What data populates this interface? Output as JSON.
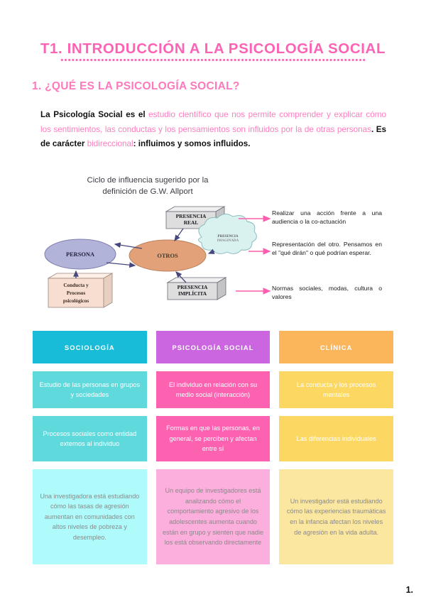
{
  "title": {
    "text": "T1. INTRODUCCIÓN A LA PSICOLOGÍA SOCIAL",
    "color": "#fc63b4"
  },
  "section_heading": "1. ¿QUÉ ES LA PSICOLOGÍA SOCIAL?",
  "paragraph": {
    "s1": "La Psicología Social es el ",
    "s2": "estudio científico que nos permite comprender y explicar cómo los sentimientos, las conductas y los pensamientos son influidos por la de otras personas",
    "s3": ". Es de carácter ",
    "s4": "bidireccional",
    "s5": ": influimos y somos influidos."
  },
  "diagram": {
    "caption_line1": "Ciclo de influencia sugerido por la",
    "caption_line2": "definición de G.W. Allport",
    "nodes": {
      "persona": "PERSONA",
      "otros": "OTROS",
      "presencia_real_l1": "PRESENCIA",
      "presencia_real_l2": "REAL",
      "presencia_implicita_l1": "PRESENCIA",
      "presencia_implicita_l2": "IMPLÍCITA",
      "presencia_imaginada_l1": "PRESENCIA",
      "presencia_imaginada_l2": "IMAGINADA",
      "conducta_l1": "Conducta y",
      "conducta_l2": "Procesos",
      "conducta_l3": "psicológicos"
    },
    "colors": {
      "persona_fill": "#b2b3d8",
      "otros_fill": "#e2a178",
      "box_fill": "#d9d9d9",
      "cloud_fill": "#d9f1ef",
      "conducta_fill": "#f7ded0",
      "arrow": "#46477d",
      "pink_arrow": "#fc5fb0"
    },
    "annotations": [
      "Realizar una acción frente a una audiencia o la co-actuación",
      "Representación del otro. Pensamos en el \"qué dirán\" o qué podrían esperar.",
      "Normas sociales, modas, cultura o valores"
    ]
  },
  "table": {
    "headers": [
      {
        "label": "SOCIOLOGÍA",
        "bg": "#19bcd8"
      },
      {
        "label": "PSICOLOGÍA SOCIAL",
        "bg": "#cc66e0"
      },
      {
        "label": "CLÍNICA",
        "bg": "#fbb košar"
      }
    ],
    "header_colors": [
      "#19bcd8",
      "#cc66e0",
      "#fbb65c"
    ],
    "rows": [
      {
        "cells": [
          "Estudio de las personas en grupos y sociedades",
          "El individuo en relación con su medio social (interacción)",
          "La conducta y los procesos mentales"
        ],
        "bgs": [
          "#5fd9dc",
          "#fc62b0",
          "#fcd862"
        ]
      },
      {
        "cells": [
          "Procesos sociales como entidad externos al individuo",
          "Formas en que las personas, en general, se perciben y afectan entre sí",
          "Las diferencias individuales"
        ],
        "bgs": [
          "#5fd9dc",
          "#fc62b0",
          "#fcd862"
        ]
      },
      {
        "cells": [
          "Una investigadora está estudiando cómo las tasas de agresión aumentan en comunidades con altos niveles de pobreza y desempleo.",
          "Un equipo de investigadores está analizando cómo el comportamiento agresivo de los adolescentes aumenta cuando están en grupo y sienten que nadie los está observando directamente",
          "Un investigador está estudiando cómo las experiencias traumáticas en la infancia afectan los niveles de agresión en la vida adulta."
        ],
        "bgs": [
          "#affbfb",
          "#fcaedc",
          "#fbe7a0"
        ]
      }
    ]
  },
  "page_number": "1."
}
